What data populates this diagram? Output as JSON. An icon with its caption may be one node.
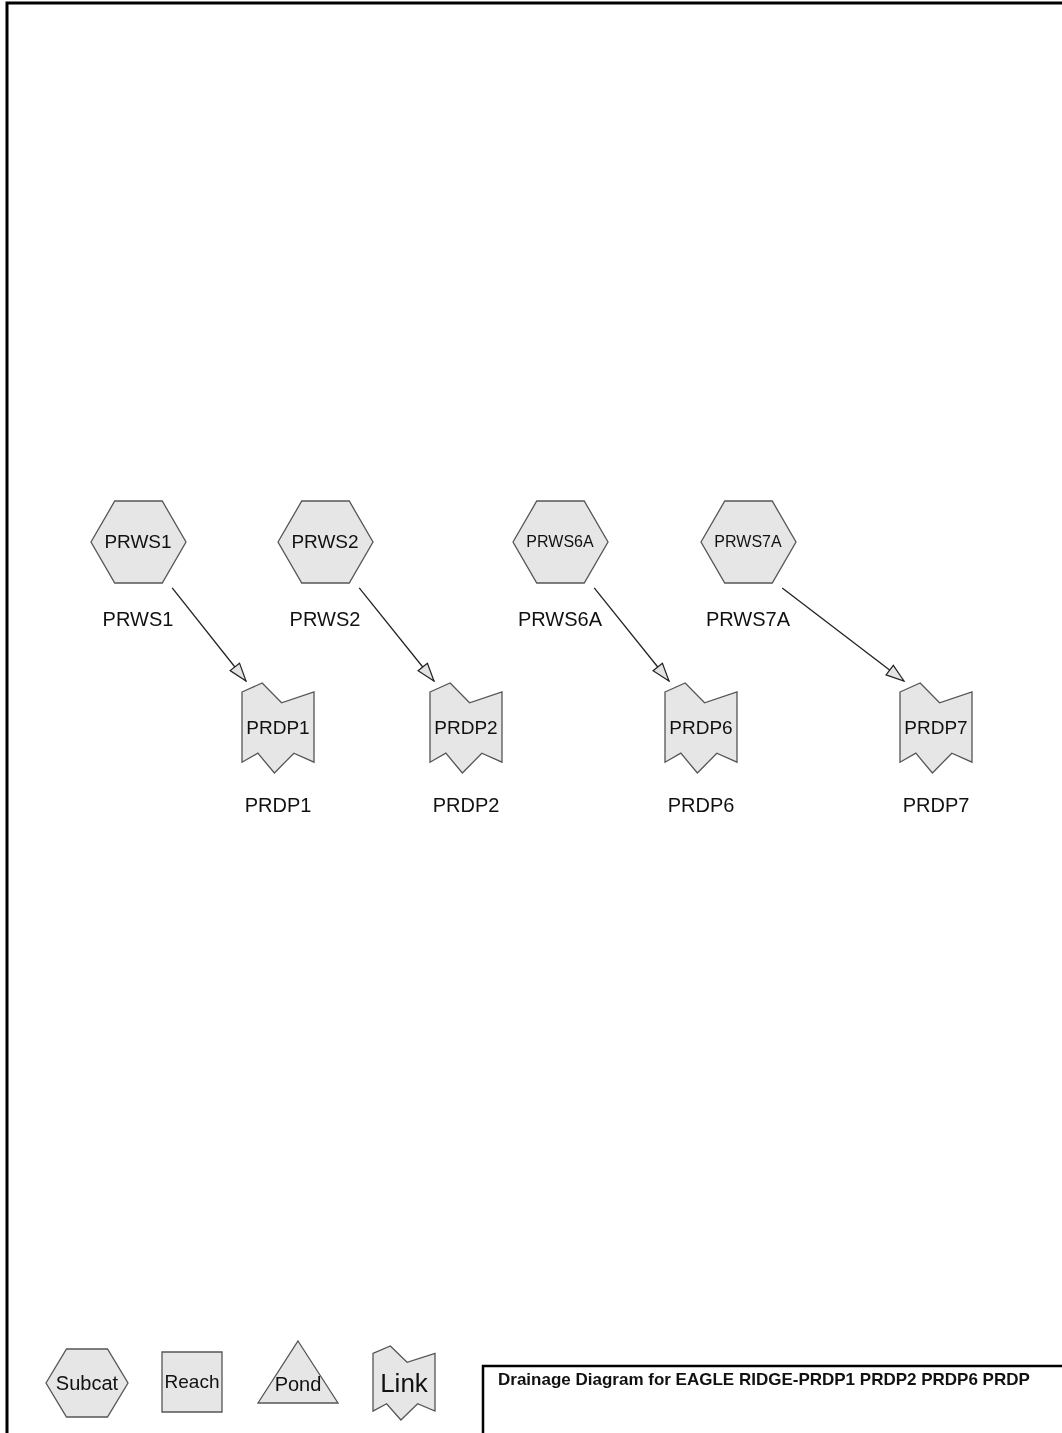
{
  "diagram": {
    "title": "Drainage Diagram for EAGLE RIDGE-PRDP1 PRDP2 PRDP6 PRDP",
    "nodes": [
      {
        "text": [
          "PRWS1"
        ],
        "beside": [
          "PRWS1"
        ]
      },
      {
        "text": [
          "PRWS2"
        ],
        "beside": [
          "PRWS2"
        ]
      },
      {
        "text": [
          "PRWS6A"
        ],
        "beside": [
          "PRWS6A"
        ]
      },
      {
        "text": [
          "PRWS7A"
        ],
        "beside": [
          "PRWS7A"
        ]
      },
      {
        "text": [
          "PRDP1"
        ],
        "beside": [
          "PRDP1"
        ]
      },
      {
        "text": [
          "PRDP2"
        ],
        "beside": [
          "PRDP2"
        ]
      },
      {
        "text": [
          "PRDP6"
        ],
        "beside": [
          "PRDP6"
        ]
      },
      {
        "text": [
          "PRDP7"
        ],
        "beside": [
          "PRDP7"
        ]
      },
      {
        "text": [
          "Subcat"
        ]
      },
      {
        "text": [
          "Reach"
        ]
      },
      {
        "text": [
          "Pond"
        ]
      },
      {
        "text": [
          "Link"
        ]
      }
    ],
    "edges": [
      {
        "from": 0,
        "to": 4,
        "arrow": "to"
      },
      {
        "from": 1,
        "to": 5,
        "arrow": "to"
      },
      {
        "from": 2,
        "to": 6,
        "arrow": "to"
      },
      {
        "from": 3,
        "to": 7,
        "arrow": "to"
      }
    ]
  }
}
